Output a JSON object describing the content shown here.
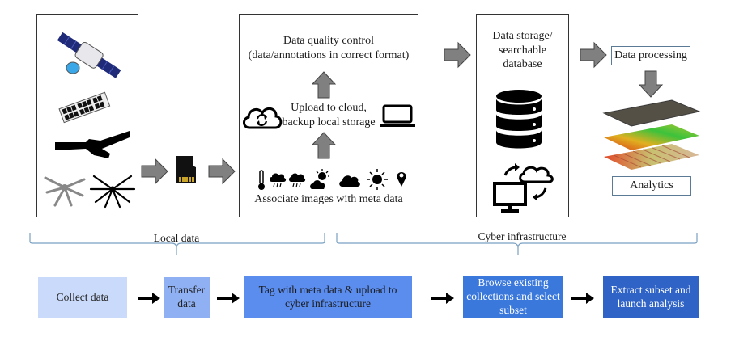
{
  "panels": {
    "collection": {
      "icons": [
        "satellite-icon",
        "cubesat-icon",
        "fixed-wing-drone-icon",
        "quadcopter-icon",
        "octocopter-icon"
      ]
    },
    "transfer": {
      "icon": "sd-card-icon"
    },
    "quality": {
      "title_line1": "Data quality control",
      "title_line2": "(data/annotations in correct format)",
      "upload_line1": "Upload to cloud,",
      "upload_line2": "backup local storage",
      "associate": "Associate images with meta data",
      "meta_icons": [
        "thermometer-icon",
        "rain-cloud-icon",
        "rain-cloud-icon",
        "partly-cloudy-icon",
        "cloud-icon",
        "sun-icon",
        "location-pin-icon"
      ]
    },
    "storage": {
      "line1": "Data storage/",
      "line2": "searchable",
      "line3": "database"
    },
    "processing": {
      "label": "Data processing",
      "analytics": "Analytics"
    }
  },
  "groups": {
    "local": "Local data",
    "cyber": "Cyber infrastructure"
  },
  "steps": [
    {
      "line1": "Collect data",
      "line2": "",
      "color": "#c9dafa",
      "text_color": "#222222"
    },
    {
      "line1": "Transfer",
      "line2": "data",
      "color": "#8fb0f2",
      "text_color": "#222222"
    },
    {
      "line1": "Tag with meta data & upload to",
      "line2": "cyber infrastructure",
      "color": "#5b8def",
      "text_color": "#1a1a1a"
    },
    {
      "line1": "Browse existing",
      "line2": "collections and select subset",
      "color": "#3a78dc",
      "text_color": "#ffffff"
    },
    {
      "line1": "Extract subset and",
      "line2": "launch analysis",
      "color": "#2f63c6",
      "text_color": "#ffffff"
    }
  ]
}
